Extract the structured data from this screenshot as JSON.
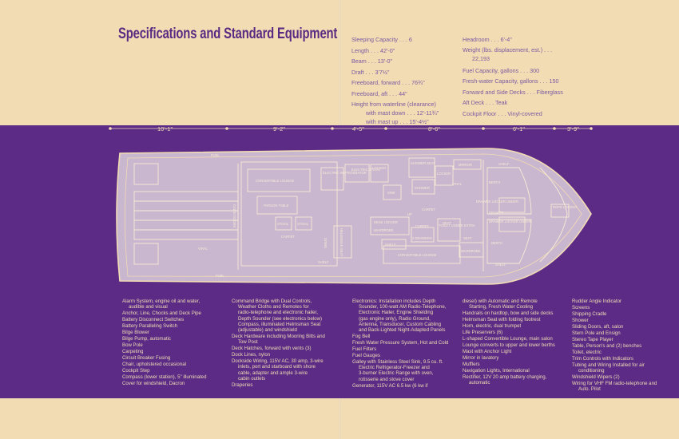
{
  "title": "Specifications and Standard Equipment",
  "specs_left": [
    "Sleeping Capacity . . . 6",
    "Length . . . 42'-0\"",
    "Beam . . . 13'-0\"",
    "Draft . . . 3'7½\"",
    "Freeboard, forward . . . 76¾\"",
    "Freeboard, aft . . . 44\"",
    "Height from waterline (clearance)",
    "with mast down . . . 12'-11¾\"",
    "with mast up . . . 15'-4½\""
  ],
  "specs_right": [
    "Headroom . . . 6'-4\"",
    "Weight (lbs. displacement, est.) . . .",
    "22,193",
    "Fuel Capacity, gallons . . . 300",
    "Fresh-water Capacity, gallons . . . 150",
    "Forward and Side Decks . . . Fiberglass",
    "Aft Deck . . . Teak",
    "Cockpit Floor . . . Vinyl-covered"
  ],
  "dimensions": [
    "10'-1\"",
    "9'-2\"",
    "4'-5\"",
    "8'-6\"",
    "6'-1\"",
    "3'-9\""
  ],
  "plan_labels": {
    "fuel_top": "FUEL",
    "fuel_bottom": "FUEL",
    "vinyl_cockpit": "VINYL",
    "cockpit_doors": "CABIN DOORS",
    "convertible_lounge": "CONVERTIBLE LOUNGE",
    "electric_refrigerator": "ELECTRIC REFRIGERATOR",
    "electric_stove": "ELECTRIC STOVE",
    "locker_galley": "LOCKER",
    "sink": "SINK",
    "parson_table": "PARSON TABLE",
    "stool_1": "STOOL",
    "stool_2": "STOOL",
    "carpet_salon": "CARPET",
    "shelf_salon": "SHELF",
    "helm_seat": "HELMSMAN SEAT",
    "down": "DOWN",
    "up": "UP",
    "desk_locker": "DESK LOCKER",
    "wardrobe_1": "WARDROBE",
    "shelf_2": "SHELF",
    "two_drawers": "2 DRAWERS",
    "convertible_lounge_2": "CONVERTIBLE LOUNGE",
    "carpet_mid": "CARPET",
    "carpet_mid2": "CARPET",
    "shower_seat": "SHOWER SEAT",
    "shower": "SHOWER",
    "locker_head": "LOCKER",
    "vinyl_head": "VINYL",
    "mirror": "MIRROR",
    "toilet": "TOILET UNDER EXTRA",
    "seat_label": "SEAT",
    "seat_2": "SEAT",
    "wardrobe_2": "WARDROBE",
    "shelf_fwd": "SHELF",
    "shelf_fwd2": "SHELF",
    "berth_1": "BERTH",
    "berth_2": "BERTH",
    "drawer_locker_1": "DRAWER LOCKER UNDER",
    "drawer_locker_2": "DRAWER LOCKER UNDER",
    "drawer": "DRAWER",
    "rope_locker": "ROPE LOCKER"
  },
  "equipment": {
    "col1": [
      [
        "Alarm System, engine oil and water,",
        "audible and visual"
      ],
      [
        "Anchor, Line, Chocks and Deck Pipe"
      ],
      [
        "Battery Disconnect Switches"
      ],
      [
        "Battery Paralleling Switch"
      ],
      [
        "Bilge Blower"
      ],
      [
        "Bilge Pump, automatic"
      ],
      [
        "Bow Pole"
      ],
      [
        "Carpeting"
      ],
      [
        "Circuit Breaker Fusing"
      ],
      [
        "Chair, upholstered occasional"
      ],
      [
        "Cockpit Step"
      ],
      [
        "Compass (lower station), 5\" illuminated"
      ],
      [
        "Cover for windshield, Dacron"
      ]
    ],
    "col2": [
      [
        "Command Bridge with Dual Controls,",
        "Weather Cloths and Remotes for",
        "radio-telephone and electronic hailer,",
        "Depth Sounder (see electronics below)",
        "Compass, illuminated Helmsman Seat",
        "(adjustable) and windshield"
      ],
      [
        "Deck Hardware including Mooring Bitts and",
        "Tow Post"
      ],
      [
        "Deck Hatches, forward with vents (3)"
      ],
      [
        "Dock Lines, nylon"
      ],
      [
        "Dockside Wiring, 115V AC, 30 amp, 3-wire",
        "inlets, port and starboard with shore",
        "cable, adapter and ample 3-wire",
        "cabin outlets"
      ],
      [
        "Draperies"
      ]
    ],
    "col3": [
      [
        "Electronics: Installation includes Depth",
        "Sounder, 100-watt AM Radio-Telephone,",
        "Electronic Hailer, Engine Shielding",
        "(gas engine only), Radio Ground,",
        "Antenna, Transducer, Custom Cabling",
        "and Back-Lighted Night-Adapted Panels"
      ],
      [
        "Fog Bell"
      ],
      [
        "Fresh Water Pressure System, Hot and Cold"
      ],
      [
        "Fuel Filters"
      ],
      [
        "Fuel Gauges"
      ],
      [
        "Galley with Stainless Steel Sink, 9.5 cu. ft.",
        "Electric Refrigerator-Freezer and",
        "3-burner Electric Range with oven,",
        "rotisserie and stove cover"
      ],
      [
        "Generator, 115V AC 6.5 kw (6 kw if"
      ]
    ],
    "col4": [
      [
        "diesel) with Automatic and Remote",
        "Starting, Fresh Water Cooling"
      ],
      [
        "Handrails on hardtop, bow and side decks"
      ],
      [
        "Helmsman Seat with folding footrest"
      ],
      [
        "Horn, electric, dual trumpet"
      ],
      [
        "Life Preservers (6)"
      ],
      [
        "L-shaped Convertible Lounge, main salon"
      ],
      [
        "Lounge converts to upper and lower berths"
      ],
      [
        "Mast with Anchor Light"
      ],
      [
        "Mirror in lavatory"
      ],
      [
        "Mufflers"
      ],
      [
        "Navigation Lights, International"
      ],
      [
        "Rectifier, 12V 20 amp battery charging,",
        "automatic"
      ]
    ],
    "col5": [
      [
        "Rudder Angle Indicator"
      ],
      [
        "Screens"
      ],
      [
        "Shipping Cradle"
      ],
      [
        "Shower"
      ],
      [
        "Sliding Doors, aft, salon"
      ],
      [
        "Stern Pole and Ensign"
      ],
      [
        "Stereo Tape Player"
      ],
      [
        "Table, Person's and (2) benches"
      ],
      [
        "Toilet, electric"
      ],
      [
        "Trim Controls with Indicators"
      ],
      [
        "Tubing and Wiring Installed for air",
        "conditioning"
      ],
      [
        "Windshield Wipers (2)"
      ],
      [
        "Wiring for VHF FM radio-telephone and",
        "Auto. Pilot"
      ]
    ]
  },
  "colors": {
    "paper": "#f2dcb4",
    "band": "#5b2b86",
    "title": "#5a2a82",
    "spec_text": "#7b5aa0",
    "plan_line": "#f2dcb4",
    "hull_fill": "#c9b6cf"
  }
}
